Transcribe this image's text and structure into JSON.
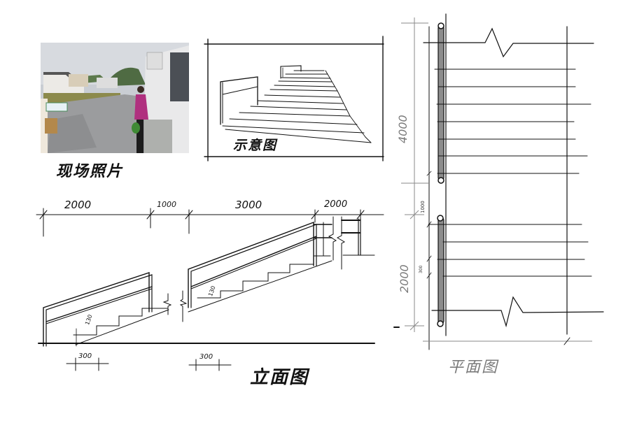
{
  "sheet": {
    "description": "Hand-drawn stair handrail design sheet",
    "background": "#ffffff",
    "ink_color": "#111111",
    "grey_ink_color": "#7a7a7a",
    "rail_fill_color": "#8c8c8c"
  },
  "photo_panel": {
    "caption": "现场照片",
    "scene": "village lane with concrete slope, white houses, woman in magenta jacket holding vegetables, person holding a drawing board"
  },
  "perspective_panel": {
    "caption": "示意图",
    "steps_drawn": 12
  },
  "elevation": {
    "caption": "立面图",
    "dimensions_top": [
      "2000",
      "1000",
      "3000",
      "2000"
    ],
    "riser_labels": [
      "130",
      "130"
    ],
    "tread_labels": [
      "300",
      "300"
    ]
  },
  "plan": {
    "caption": "平面图",
    "dimensions_left": [
      "4000",
      "1000",
      "2000"
    ],
    "small_dimension": "300"
  }
}
